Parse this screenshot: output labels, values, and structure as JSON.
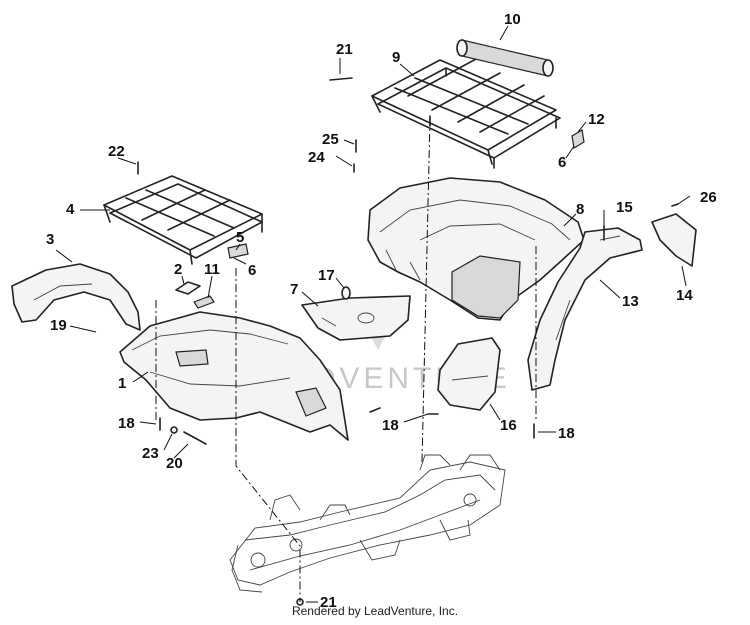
{
  "diagram": {
    "callouts": [
      {
        "id": "c1",
        "label": "1"
      },
      {
        "id": "c2",
        "label": "2"
      },
      {
        "id": "c3",
        "label": "3"
      },
      {
        "id": "c4",
        "label": "4"
      },
      {
        "id": "c5",
        "label": "5"
      },
      {
        "id": "c6a",
        "label": "6"
      },
      {
        "id": "c6b",
        "label": "6"
      },
      {
        "id": "c7",
        "label": "7"
      },
      {
        "id": "c8",
        "label": "8"
      },
      {
        "id": "c9",
        "label": "9"
      },
      {
        "id": "c10",
        "label": "10"
      },
      {
        "id": "c11",
        "label": "11"
      },
      {
        "id": "c12",
        "label": "12"
      },
      {
        "id": "c13",
        "label": "13"
      },
      {
        "id": "c14",
        "label": "14"
      },
      {
        "id": "c15",
        "label": "15"
      },
      {
        "id": "c16",
        "label": "16"
      },
      {
        "id": "c17",
        "label": "17"
      },
      {
        "id": "c18a",
        "label": "18"
      },
      {
        "id": "c18b",
        "label": "18"
      },
      {
        "id": "c18c",
        "label": "18"
      },
      {
        "id": "c19",
        "label": "19"
      },
      {
        "id": "c20",
        "label": "20"
      },
      {
        "id": "c21a",
        "label": "21"
      },
      {
        "id": "c21b",
        "label": "21"
      },
      {
        "id": "c22",
        "label": "22"
      },
      {
        "id": "c23",
        "label": "23"
      },
      {
        "id": "c24",
        "label": "24"
      },
      {
        "id": "c25",
        "label": "25"
      },
      {
        "id": "c26",
        "label": "26"
      }
    ],
    "watermark": "LEADVENTURE",
    "footer": "Rendered by LeadVenture, Inc."
  }
}
